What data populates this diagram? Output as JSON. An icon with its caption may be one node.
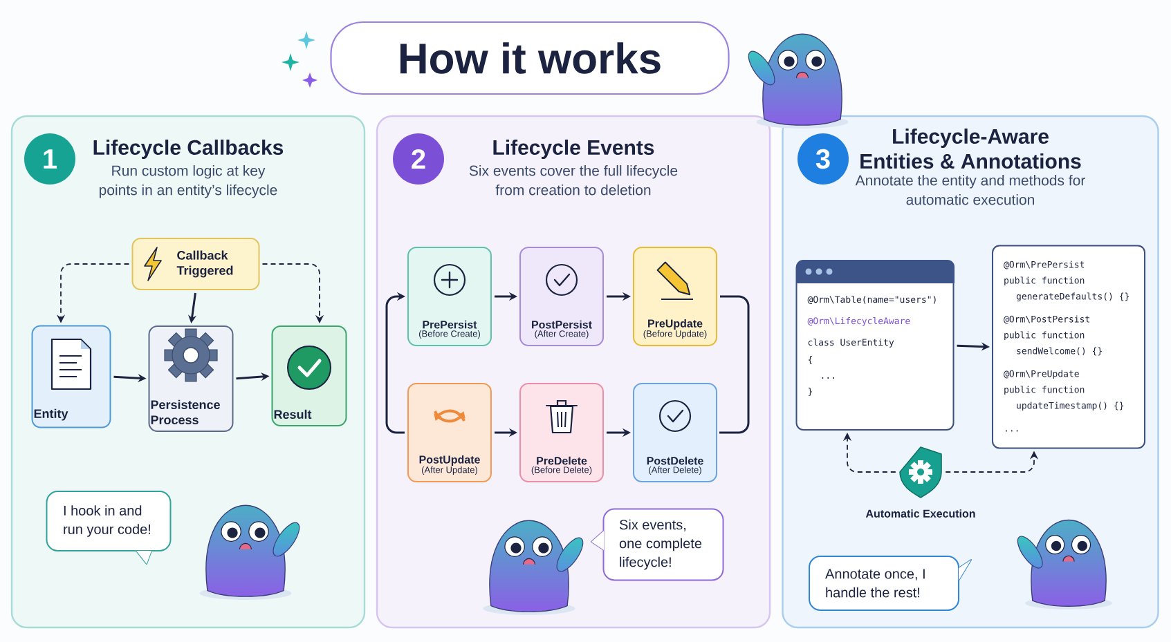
{
  "diagram": {
    "nodes": [
      {
        "text": [
          "How it works"
        ]
      },
      {
        "text": [
          "Lifecycle Callbacks",
          "Run custom logic at key points in an entity’s lifecycle"
        ]
      },
      {
        "text": [
          "1"
        ],
        "in": 1
      },
      {
        "text": [
          "Callback Triggered"
        ],
        "in": 1
      },
      {
        "text": [
          "Entity"
        ],
        "in": 1
      },
      {
        "text": [
          "Persistence Process"
        ],
        "in": 1
      },
      {
        "text": [
          "Result"
        ],
        "in": 1
      },
      {
        "text": [
          "I hook in and run your code!"
        ],
        "in": 1
      },
      {
        "text": [
          "Lifecycle Events",
          "Six events cover the full lifecycle from creation to deletion"
        ]
      },
      {
        "text": [
          "2"
        ],
        "in": 8
      },
      {
        "text": [
          "PrePersist",
          "(Before Create)"
        ],
        "in": 8
      },
      {
        "text": [
          "PostPersist",
          "(After Create)"
        ],
        "in": 8
      },
      {
        "text": [
          "PreUpdate",
          "(Before Update)"
        ],
        "in": 8
      },
      {
        "text": [
          "PostUpdate",
          "(After Update)"
        ],
        "in": 8
      },
      {
        "text": [
          "PreDelete",
          "(Before Delete)"
        ],
        "in": 8
      },
      {
        "text": [
          "PostDelete",
          "(After Delete)"
        ],
        "in": 8
      },
      {
        "text": [
          "Six events, one complete lifecycle!"
        ],
        "in": 8
      },
      {
        "text": [
          "Lifecycle-Aware Entities & Annotations",
          "Annotate the entity and methods for automatic execution"
        ]
      },
      {
        "text": [
          "3"
        ],
        "in": 17
      },
      {
        "text": [
          "@Orm\\Table(name=\"users\")",
          "@Orm\\LifecycleAware",
          "class UserEntity",
          "{",
          "...",
          "}"
        ],
        "in": 17
      },
      {
        "text": [
          "@Orm\\PrePersist",
          "public function",
          "generateDefaults() {}",
          "@Orm\\PostPersist",
          "public function",
          "sendWelcome() {}",
          "@Orm\\PreUpdate",
          "public function",
          "updateTimestamp() {}",
          "..."
        ],
        "in": 17
      },
      {
        "text": [],
        "shape": "picture",
        "beside": [
          "Automatic Execution"
        ],
        "in": 17
      },
      {
        "text": [
          "Annotate once, I handle the rest!"
        ],
        "in": 17
      }
    ],
    "edges": [
      {
        "from": 3,
        "to": 4,
        "arrow": "to",
        "style": "dashed"
      },
      {
        "from": 3,
        "to": 5,
        "arrow": "to"
      },
      {
        "from": 3,
        "to": 6,
        "arrow": "to",
        "style": "dashed"
      },
      {
        "from": 4,
        "to": 5,
        "arrow": "to"
      },
      {
        "from": 5,
        "to": 6,
        "arrow": "to"
      },
      {
        "from": 10,
        "to": 11,
        "arrow": "to"
      },
      {
        "from": 11,
        "to": 12,
        "arrow": "to"
      },
      {
        "from": 12,
        "to": 15,
        "arrow": "none"
      },
      {
        "from": 13,
        "to": 14,
        "arrow": "to"
      },
      {
        "from": 14,
        "to": 15,
        "arrow": "to"
      },
      {
        "from": 13,
        "to": 10,
        "arrow": "to"
      },
      {
        "from": 19,
        "to": 20,
        "arrow": "to"
      },
      {
        "from": 21,
        "to": 19,
        "arrow": "to",
        "style": "dashed"
      },
      {
        "from": 21,
        "to": 20,
        "arrow": "to",
        "style": "dashed"
      }
    ]
  }
}
